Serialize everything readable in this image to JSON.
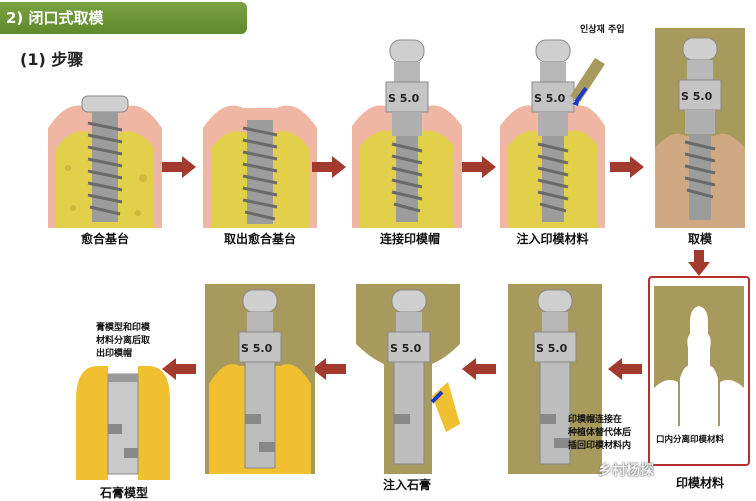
{
  "header": {
    "title": "2) 闭口式取模"
  },
  "section": {
    "step_title": "(1) 步骤"
  },
  "steps": {
    "s1": "愈合基台",
    "s2": "取出愈合基台",
    "s3": "连接印模帽",
    "s4": "注入印模材料",
    "s5": "取模",
    "s6": "印模材料",
    "s7": "注入石膏",
    "s9": "石膏模型"
  },
  "notes": {
    "korean_inject": "인상재 주입",
    "impression_in_mouth": "口内分离印模材料",
    "cap_connect": [
      "印模帽连接在",
      "种植体替代体后",
      "插回印模材料内"
    ],
    "separate": [
      "膏模型和印模",
      "材料分离后取",
      "出印模帽"
    ]
  },
  "abutment_mark": "S 5.0",
  "watermark": "乡村杨探",
  "colors": {
    "banner": "#6a942f",
    "gum": "#f0b6a4",
    "bone": "#e3d04a",
    "impression": "#a89a5c",
    "plaster": "#f0c030",
    "arrow": "#a33a2e",
    "highlight_box": "#b82e2e"
  }
}
